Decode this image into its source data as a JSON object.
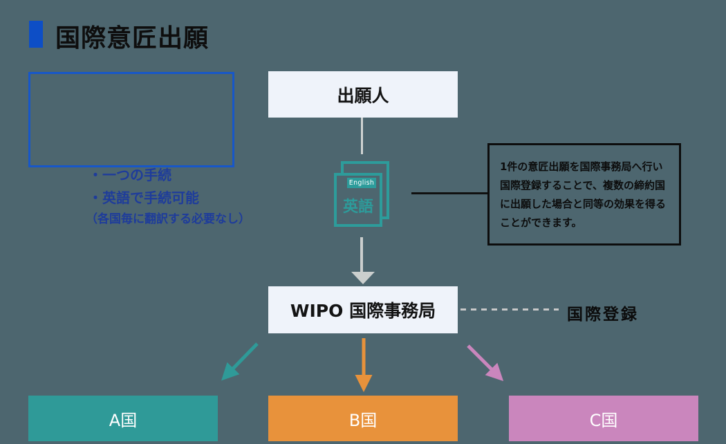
{
  "page": {
    "title": "国際意匠出願"
  },
  "info_box": {
    "lines": [
      "・一つの手続",
      "・英語で手続可能",
      "（各国毎に翻訳する必要なし）"
    ]
  },
  "flow": {
    "applicant_label": "出願人",
    "document_icon": {
      "banner": "English",
      "label": "英語"
    },
    "bureau_label": "WIPO 国際事務局",
    "registration_label": "国際登録",
    "note_lines": [
      "1件の意匠出願を国際事務局へ行い",
      "国際登録することで、複数の締約国",
      "に出願した場合と同等の効果を得る",
      "ことができます。"
    ],
    "countries": [
      {
        "label": "A国",
        "color": "#2f9a98"
      },
      {
        "label": "B国",
        "color": "#e8923b"
      },
      {
        "label": "C国",
        "color": "#ca86bd"
      }
    ]
  },
  "colors": {
    "background": "#4d666f",
    "accent_blue": "#1757c9",
    "bullet_blue": "#0d4ec6",
    "navy_text": "#1e3c9b",
    "teal": "#2d9c9b",
    "orange": "#e8923b",
    "pink": "#ca86bd",
    "box_fill": "#eff3fa",
    "gray_arrow": "#cbcfce"
  }
}
